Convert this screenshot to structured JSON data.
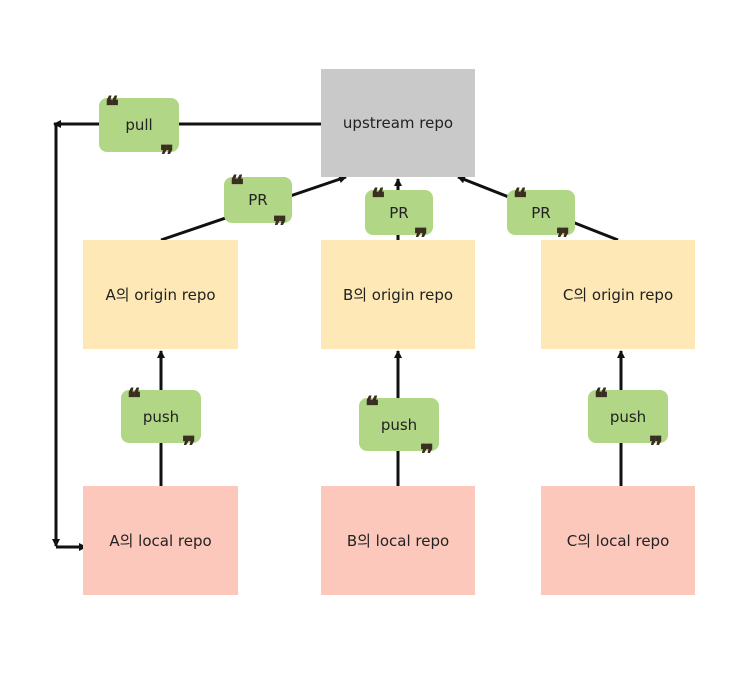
{
  "colors": {
    "upstream": "#c9c9c9",
    "origin": "#fde8b6",
    "local": "#fcc8bb",
    "tag": "#b1d685",
    "line": "#111111",
    "quote": "#3a2e22"
  },
  "upstream": {
    "label": "upstream repo"
  },
  "origins": [
    {
      "label": "A의 origin repo"
    },
    {
      "label": "B의 origin repo"
    },
    {
      "label": "C의 origin repo"
    }
  ],
  "locals": [
    {
      "label": "A의 local repo"
    },
    {
      "label": "B의 local repo"
    },
    {
      "label": "C의 local repo"
    }
  ],
  "tags": {
    "pull": "pull",
    "pr": [
      "PR",
      "PR",
      "PR"
    ],
    "push": [
      "push",
      "push",
      "push"
    ]
  },
  "quote_marks": {
    "open": "❝",
    "close": "❞"
  }
}
